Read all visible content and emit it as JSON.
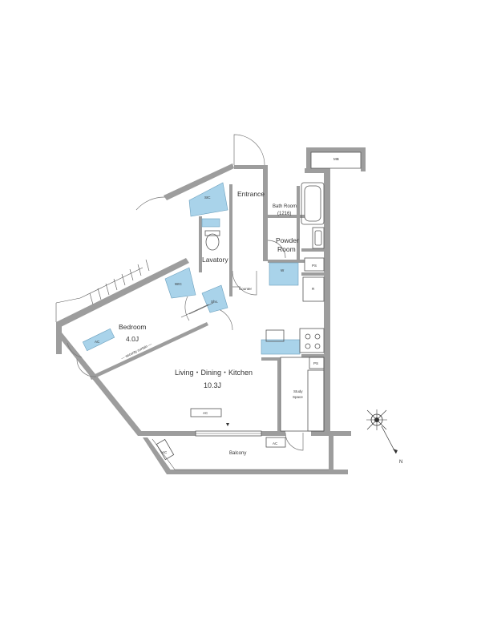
{
  "rooms": {
    "entrance": "Entrance",
    "sic": "SIC",
    "bath_room": "Bath Room",
    "bath_size": "(1216)",
    "powder_room_line1": "Powder",
    "powder_room_line2": "Room",
    "lavatory": "Lavatory",
    "wic": "WIC",
    "shoes": "Shs.",
    "counter": "Counter",
    "bedroom": "Bedroom",
    "bedroom_size": "4.0J",
    "bedroom_note": "— security curtain —",
    "ldk": "Living・Dining・Kitchen",
    "ldk_size": "10.3J",
    "study_line1": "Study",
    "study_line2": "Space",
    "balcony": "Balcony",
    "mb": "MB",
    "ps1": "PS",
    "ps2": "PS",
    "r": "R",
    "w": "W",
    "ac1": "AC",
    "ac2": "AC",
    "ac3": "AC",
    "ac4": "AC"
  },
  "compass": {
    "label": "N"
  },
  "colors": {
    "wall": "#9d9d9d",
    "fixture_blue": "#a9d3ea",
    "line": "#555555"
  }
}
